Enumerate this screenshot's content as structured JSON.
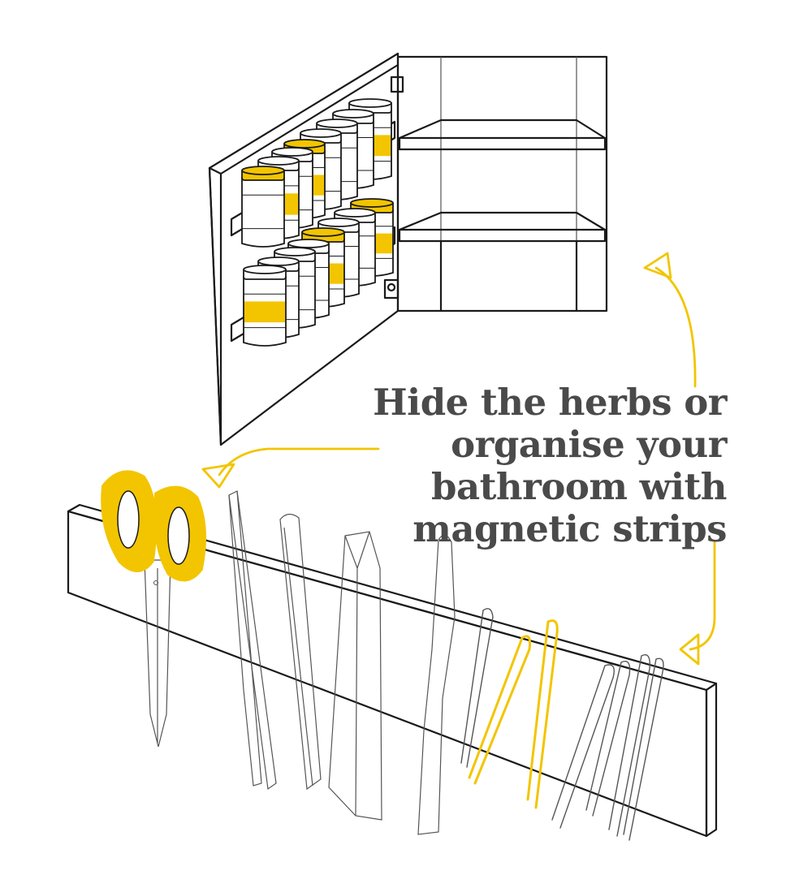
{
  "caption": {
    "lines": [
      "Hide the herbs or",
      "organise your",
      "bathroom with",
      "magnetic strips"
    ]
  },
  "colors": {
    "accent": "#f2c500",
    "ink": "#1a1a1a",
    "text": "#4a4a4a"
  },
  "icons": {
    "cabinet": "medicine-cabinet-icon",
    "jars": "spice-jar-icon",
    "strip": "magnetic-strip-icon",
    "scissors": "scissors-icon",
    "tweezers": "tweezers-icon",
    "bobby_pins": "bobby-pin-icon"
  }
}
